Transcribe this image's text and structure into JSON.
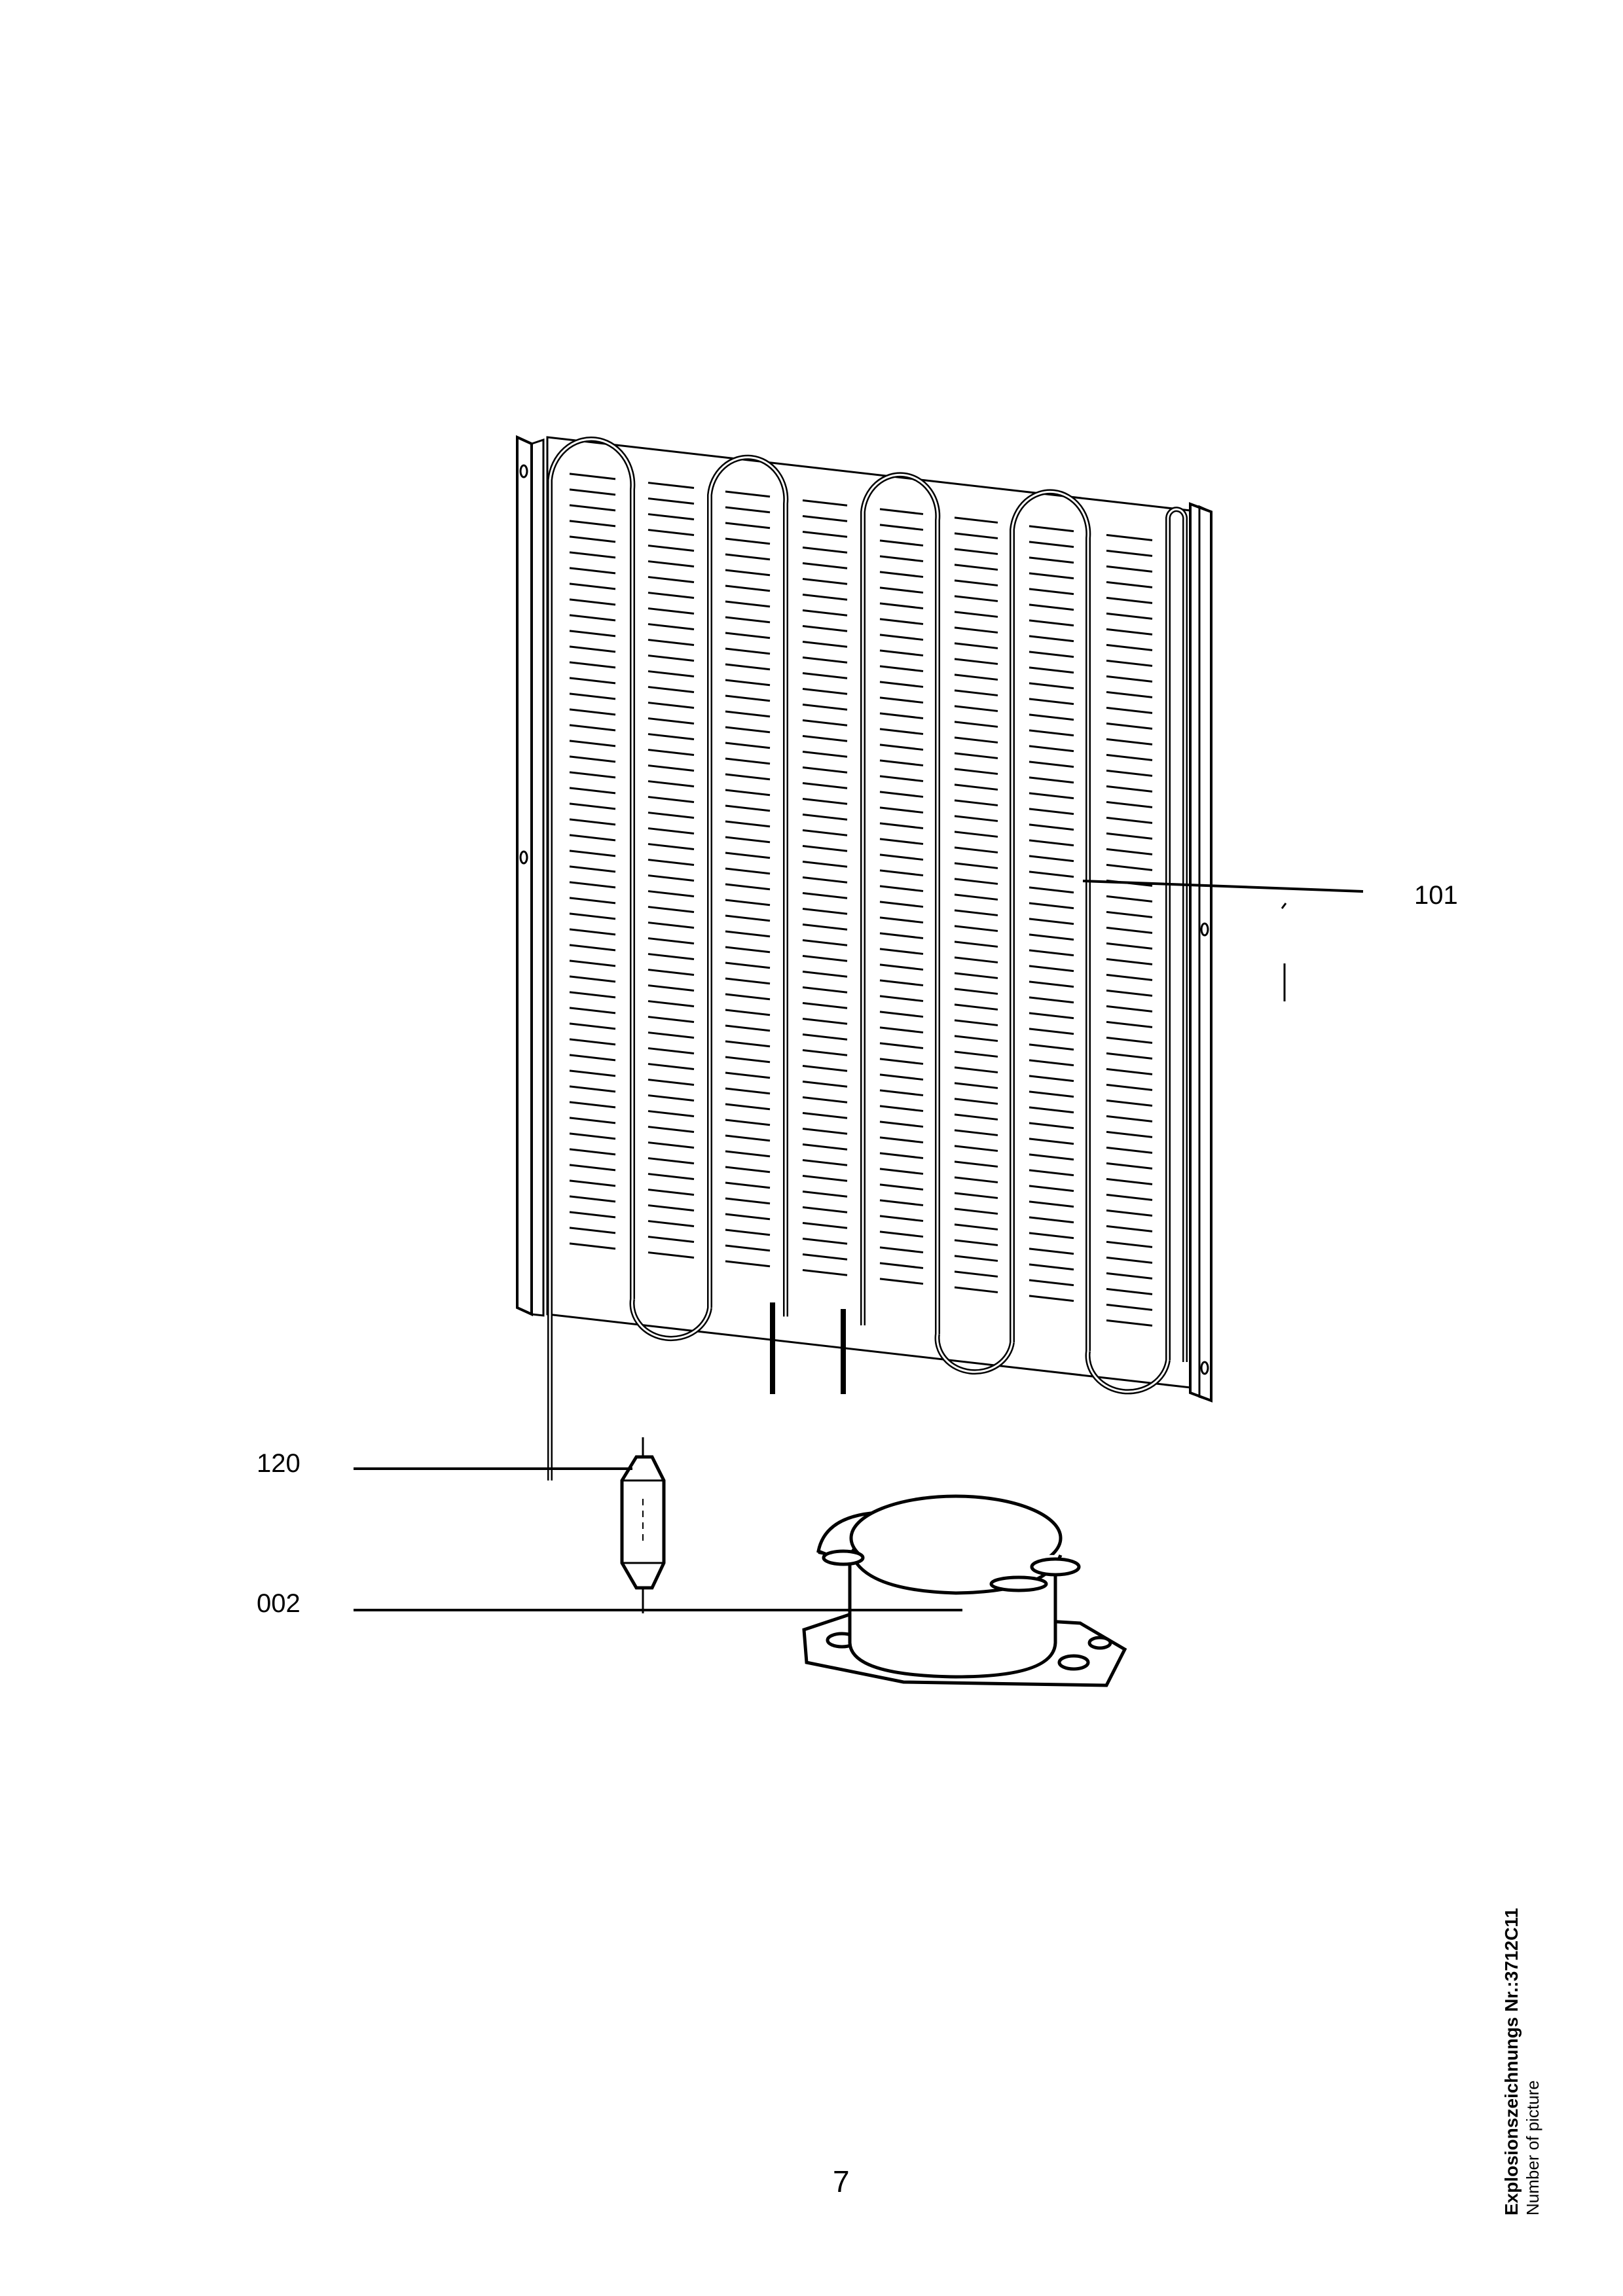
{
  "callouts": {
    "condenser": "101",
    "filter_drier": "120",
    "compressor": "002"
  },
  "page_number": "7",
  "caption": {
    "title": "Explosionszeichnungs Nr.:3712C11",
    "subtitle": "Number of picture"
  },
  "colors": {
    "line": "#000000",
    "background": "#ffffff"
  }
}
